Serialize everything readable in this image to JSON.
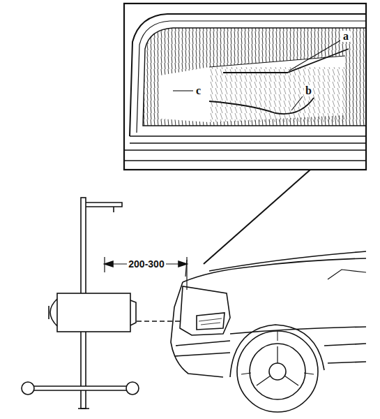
{
  "diagram": {
    "labels": [
      "a",
      "b",
      "c",
      "200-300"
    ]
  }
}
